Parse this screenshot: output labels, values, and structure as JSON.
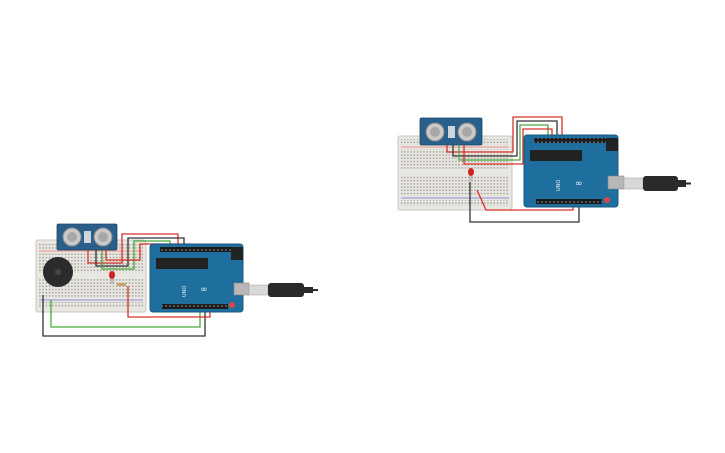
{
  "canvas": {
    "background": "#ffffff"
  },
  "colors": {
    "breadboard": "#e9e7e1",
    "breadboard_edge": "#c8c6c0",
    "arduino": "#1f6f9e",
    "arduino_dark": "#1a5a80",
    "sensor_board": "#2a5f8a",
    "transducer": "#c9c9c9",
    "wire_red": "#d7332b",
    "wire_black": "#333333",
    "wire_green": "#4aaa3c",
    "led_red": "#cc2222",
    "buzzer": "#2b2b2b",
    "usb_cable": "#2a2a2a",
    "usb_plug": "#d8d8d8"
  },
  "circuits": [
    {
      "name": "circuit-left",
      "components": [
        "breadboard",
        "ultrasonic-sensor",
        "piezo-buzzer",
        "led",
        "resistor",
        "arduino-uno",
        "usb-cable"
      ],
      "arduino_label": "UNO",
      "arduino_brand": "∞"
    },
    {
      "name": "circuit-right",
      "components": [
        "breadboard",
        "ultrasonic-sensor",
        "led",
        "arduino-uno",
        "usb-cable"
      ],
      "arduino_label": "UNO",
      "arduino_brand": "∞"
    }
  ]
}
